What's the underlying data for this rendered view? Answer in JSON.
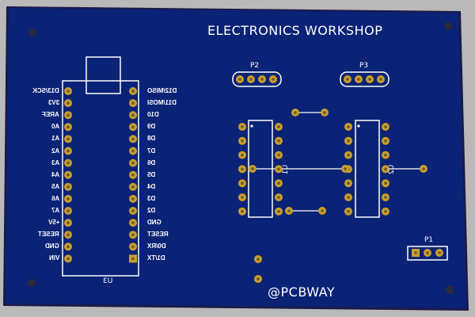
{
  "board": {
    "title": "ELECTRONICS WORKSHOP",
    "brand": "@PCBWAY",
    "colors": {
      "board": "#0b2376",
      "background": "#b9b9b9",
      "pad": "#c89d2e",
      "silk": "#ffffff"
    }
  },
  "headers": {
    "p2": "P2",
    "p3": "P3",
    "p1": "P1"
  },
  "chips": {
    "u1": "U1",
    "u2": "U2",
    "u3": "U3"
  },
  "pins": {
    "left": [
      "D13/SCK",
      "3V3",
      "AREF",
      "A0",
      "A1",
      "A2",
      "A3",
      "A4",
      "A5",
      "A6",
      "A7",
      "+5V",
      "RESET",
      "GND",
      "VIN"
    ],
    "right": [
      "D12/MISO",
      "D11/MOSI",
      "D10",
      "D9",
      "D8",
      "D7",
      "D6",
      "D5",
      "D4",
      "D3",
      "D2",
      "GND",
      "RESET",
      "D0/RX",
      "D1/TX"
    ]
  }
}
